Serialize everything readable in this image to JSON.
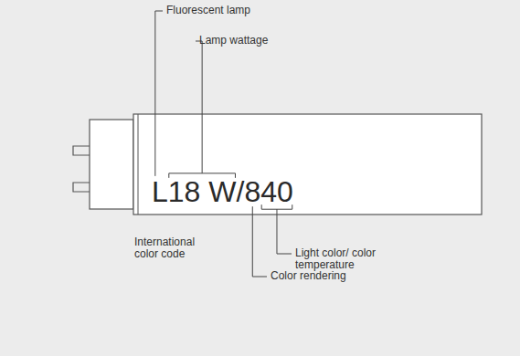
{
  "diagram": {
    "labels": [
      "Fluorescent lamp",
      "Lamp wattage",
      "L18 W/840",
      "International color code",
      "Color rendering",
      "Light color/ color temperature"
    ]
  }
}
